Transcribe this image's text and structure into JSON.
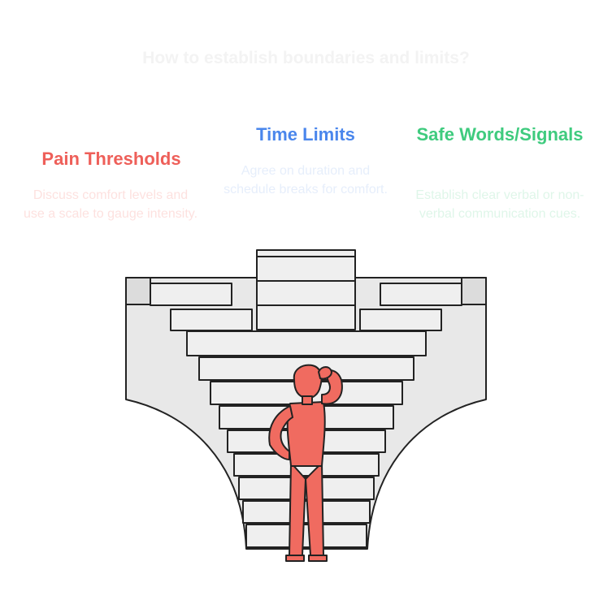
{
  "title": "How to establish boundaries and limits?",
  "sections": [
    {
      "heading": "Pain Thresholds",
      "text": "Discuss comfort levels and use a scale to gauge intensity.",
      "color": "#ee5f59"
    },
    {
      "heading": "Time Limits",
      "text": "Agree on duration and schedule breaks for comfort.",
      "color": "#4a86ec"
    },
    {
      "heading": "Safe Words/Signals",
      "text": "Establish clear verbal or non-verbal communication cues.",
      "color": "#3fcb7e"
    }
  ],
  "illustration": {
    "figure_color": "#f06b60",
    "stair_color": "#e8e8e8"
  }
}
